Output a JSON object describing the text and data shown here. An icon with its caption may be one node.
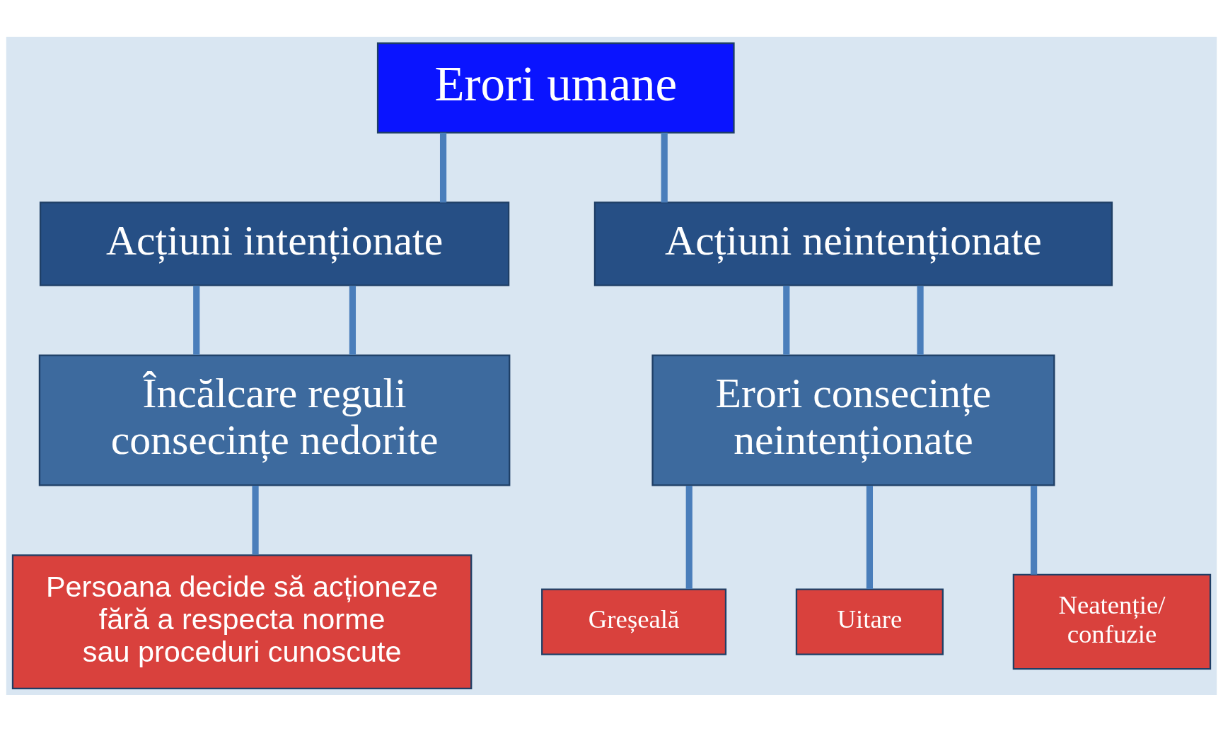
{
  "diagram": {
    "nodes": [
      {
        "text": [
          "Erori umane"
        ]
      },
      {
        "text": [
          "Acțiuni intenționate"
        ]
      },
      {
        "text": [
          "Acțiuni neintenționate"
        ]
      },
      {
        "text": [
          "Încălcare reguli consecințe nedorite"
        ]
      },
      {
        "text": [
          "Erori consecințe neintenționate"
        ]
      },
      {
        "text": [
          "Persoana decide să acționeze fără a respecta norme sau proceduri cunoscute"
        ]
      },
      {
        "text": [
          "Greșeală"
        ]
      },
      {
        "text": [
          "Uitare"
        ]
      },
      {
        "text": [
          "Neatenție/ confuzie"
        ]
      }
    ],
    "edges": [
      {
        "from": 0,
        "to": 1,
        "arrow": "none"
      },
      {
        "from": 0,
        "to": 2,
        "arrow": "none"
      },
      {
        "from": 1,
        "to": 3,
        "arrow": "none"
      },
      {
        "from": 1,
        "to": 3,
        "arrow": "none"
      },
      {
        "from": 2,
        "to": 4,
        "arrow": "none"
      },
      {
        "from": 2,
        "to": 4,
        "arrow": "none"
      },
      {
        "from": 3,
        "to": 5,
        "arrow": "none"
      },
      {
        "from": 4,
        "to": 6,
        "arrow": "none"
      },
      {
        "from": 4,
        "to": 7,
        "arrow": "none"
      },
      {
        "from": 4,
        "to": 8,
        "arrow": "none"
      }
    ]
  }
}
